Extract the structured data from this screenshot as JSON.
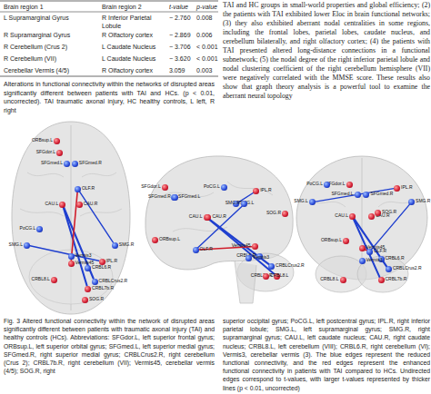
{
  "diagram": {
    "caption": "Fig. 3 Altered functional connectivity within the network of disrupted areas significantly different between patients with traumatic axonal injury (TAI) and healthy controls (HCs). Abbreviations: SFGdor.L, left superior frontal gyrus; ORBsup.L, left superior orbital gyrus; SFGmed.L, left superior medial gyrus; SFGmed.R, right superior medial gyrus; CRBLCrus2.R, right cerebellum (Crus 2); CRBL7b.R, right cerebellum (VII); Vermis45, cerebellar vermis (4/5); SOG.R, right",
    "nodes": [
      {
        "text": [
          "ORBsup.L"
        ]
      },
      {
        "text": [
          "SFGdor.L"
        ]
      },
      {
        "text": [
          "SFGmed.L"
        ]
      },
      {
        "text": [
          "SFGmed.R"
        ]
      },
      {
        "text": [
          "OLF.R"
        ]
      },
      {
        "text": [
          "CAU.L"
        ]
      },
      {
        "text": [
          "CAU.R"
        ]
      },
      {
        "text": [
          "PoCG.L"
        ]
      },
      {
        "text": [
          "SMG.L"
        ]
      },
      {
        "text": [
          "SMG.R"
        ]
      },
      {
        "text": [
          "IPL.R"
        ]
      },
      {
        "text": [
          "CRBL6.R"
        ]
      },
      {
        "text": [
          "CRBLCrus2.R"
        ]
      },
      {
        "text": [
          "CRBL7b.R"
        ]
      },
      {
        "text": [
          "CRBL8.L"
        ]
      },
      {
        "text": [
          "Vermis45"
        ]
      },
      {
        "text": [
          "Vermis3"
        ]
      },
      {
        "text": [
          "SOG.R"
        ]
      },
      {
        "text": [
          "ORBsup.L"
        ]
      },
      {
        "text": [
          "SFGdor.L"
        ]
      },
      {
        "text": [
          "SFGmed.L"
        ]
      },
      {
        "text": [
          "SFGmed.R"
        ]
      },
      {
        "text": [
          "OLF.R"
        ]
      },
      {
        "text": [
          "CAU.L"
        ]
      },
      {
        "text": [
          "CAU.R"
        ]
      },
      {
        "text": [
          "PoCG.L"
        ]
      },
      {
        "text": [
          "SMG.L"
        ]
      },
      {
        "text": [
          "SMG.R"
        ]
      },
      {
        "text": [
          "IPL.R"
        ]
      },
      {
        "text": [
          "CRBL6.R"
        ]
      },
      {
        "text": [
          "CRBLCrus2.R"
        ]
      },
      {
        "text": [
          "CRBL7b.R"
        ]
      },
      {
        "text": [
          "CRBL8.L"
        ]
      },
      {
        "text": [
          "Vermis45"
        ]
      },
      {
        "text": [
          "Vermis3"
        ]
      },
      {
        "text": [
          "SOG.R"
        ]
      },
      {
        "text": [
          "ORBsup.L"
        ]
      },
      {
        "text": [
          "SFGdor.L"
        ]
      },
      {
        "text": [
          "SFGmed.L"
        ]
      },
      {
        "text": [
          "SFGmed.R"
        ]
      },
      {
        "text": [
          "OLF.R"
        ]
      },
      {
        "text": [
          "CAU.L"
        ]
      },
      {
        "text": [
          "CAU.R"
        ]
      },
      {
        "text": [
          "PoCG.L"
        ]
      },
      {
        "text": [
          "SMG.L"
        ]
      },
      {
        "text": [
          "SMG.R"
        ]
      },
      {
        "text": [
          "IPL.R"
        ]
      },
      {
        "text": [
          "CRBL6.R"
        ]
      },
      {
        "text": [
          "CRBLCrus2.R"
        ]
      },
      {
        "text": [
          "CRBL7b.R"
        ]
      },
      {
        "text": [
          "CRBL8.L"
        ]
      },
      {
        "text": [
          "Vermis45"
        ]
      },
      {
        "text": [
          "Vermis3"
        ]
      },
      {
        "text": [
          "SOG.R"
        ]
      }
    ],
    "edges": [
      {
        "from": 8,
        "to": 10,
        "arrow": "none"
      },
      {
        "from": 9,
        "to": 4,
        "arrow": "none"
      },
      {
        "from": 12,
        "to": 5,
        "arrow": "none"
      },
      {
        "from": 13,
        "to": 5,
        "arrow": "none"
      },
      {
        "from": 15,
        "to": 4,
        "arrow": "none"
      },
      {
        "from": 26,
        "to": 28,
        "arrow": "none"
      },
      {
        "from": 27,
        "to": 22,
        "arrow": "none"
      },
      {
        "from": 30,
        "to": 23,
        "arrow": "none"
      },
      {
        "from": 31,
        "to": 23,
        "arrow": "none"
      },
      {
        "from": 33,
        "to": 22,
        "arrow": "none"
      },
      {
        "from": 44,
        "to": 46,
        "arrow": "none"
      },
      {
        "from": 45,
        "to": 40,
        "arrow": "none"
      },
      {
        "from": 48,
        "to": 41,
        "arrow": "none"
      },
      {
        "from": 49,
        "to": 41,
        "arrow": "none"
      },
      {
        "from": 51,
        "to": 40,
        "arrow": "none"
      }
    ],
    "labels": [
      "Brain region 1",
      "Brain region 2",
      "t-value",
      "p-value",
      "L Supramarginal Gyrus",
      "R Inferior Parietal Lobule",
      "− 2.760",
      "0.008",
      "R Supramarginal Gyrus",
      "R Olfactory cortex",
      "− 2.869",
      "0.006",
      "R Cerebellum (Crus 2)",
      "L Caudate Nucleus",
      "− 3.706",
      "< 0.001",
      "R Cerebellum (VII)",
      "L Caudate Nucleus",
      "− 3.620",
      "< 0.001",
      "Cerebellar Vermis (4/5)",
      "R Olfactory cortex",
      "3.059",
      "0.003",
      "Alterations in functional connectivity within the networks of disrupted areas significantly different between patients with TAI and HCs. (p < 0.01, uncorrected). TAI traumatic axonal injury, HC healthy controls, L left, R right",
      "TAI and HC groups in small-world properties and global efficiency; (2) the patients with TAI exhibited lower Eloc in brain functional networks; (3) they also exhibited aberrant nodal centralities in some regions, including the frontal lobes, parietal lobes, caudate nucleus, and cerebellum bilaterally, and right olfactory cortex; (4) the patients with TAI presented altered long-distance connections in a functional subnetwork; (5) the nodal degree of the right inferior parietal lobule and nodal clustering coefficient of the right cerebellum hemisphere (VII) were negatively correlated with the MMSE score. These results also show that graph theory analysis is a powerful tool to examine the aberrant neural topology",
      "superior occipital gyrus; PoCG.L, left postcentral gyrus; IPL.R, right inferior parietal lobule; SMG.L, left supramarginal gyrus; SMG.R, right supramarginal gyrus; CAU.L, left caudate nucleus; CAU.R, right caudate nucleus; CRBL8.L, left cerebellum (VIII); CRBL6.R, right cerebellum (VI); Vermis3, cerebellar vermis (3). The blue edges represent the reduced functional connectivity, and the red edges represent the enhanced functional connectivity in patients with TAI compared to HCs. Undirected edges correspond to t-values, with larger t-values represented by thicker lines (p < 0.01, uncorrected)"
    ]
  }
}
